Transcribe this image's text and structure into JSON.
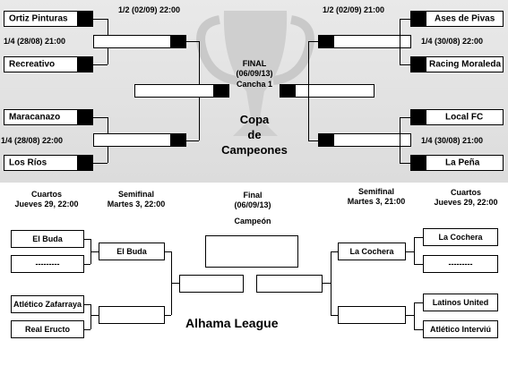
{
  "copa": {
    "title_line1": "Copa",
    "title_line2": "de",
    "title_line3": "Campeones",
    "final_label": "FINAL",
    "final_date": "(06/09/13)",
    "final_field": "Cancha 1",
    "left": {
      "team1": "Ortiz Pinturas",
      "team2": "Recreativo",
      "team3": "Maracanazo",
      "team4": "Los Ríos",
      "qf1_time": "1/4 (28/08) 21:00",
      "qf2_time": "1/4 (28/08) 22:00",
      "sf_time": "1/2 (02/09) 22:00"
    },
    "right": {
      "team1": "Ases de Pivas",
      "team2": "Racing Moraleda",
      "team3": "Local FC",
      "team4": "La Peña",
      "qf1_time": "1/4 (30/08) 22:00",
      "qf2_time": "1/4 (30/08) 21:00",
      "sf_time": "1/2 (02/09) 21:00"
    }
  },
  "alhama": {
    "title": "Alhama League",
    "left_qf_header1": "Cuartos",
    "left_qf_header2": "Jueves 29, 22:00",
    "left_sf_header1": "Semifinal",
    "left_sf_header2": "Martes 3, 22:00",
    "final_header1": "Final",
    "final_header2": "(06/09/13)",
    "champion_label": "Campeón",
    "right_sf_header1": "Semifinal",
    "right_sf_header2": "Martes 3, 21:00",
    "right_qf_header1": "Cuartos",
    "right_qf_header2": "Jueves 29, 22:00",
    "left": {
      "qf1_team1": "El Buda",
      "qf1_team2": "---------",
      "qf2_team1": "Atlético Zafarraya",
      "qf2_team2": "Real Eructo",
      "sf1_team": "El Buda"
    },
    "right": {
      "qf1_team1": "La Cochera",
      "qf1_team2": "---------",
      "qf2_team1": "Latinos United",
      "qf2_team2": "Atlético Interviú",
      "sf1_team": "La Cochera"
    }
  }
}
